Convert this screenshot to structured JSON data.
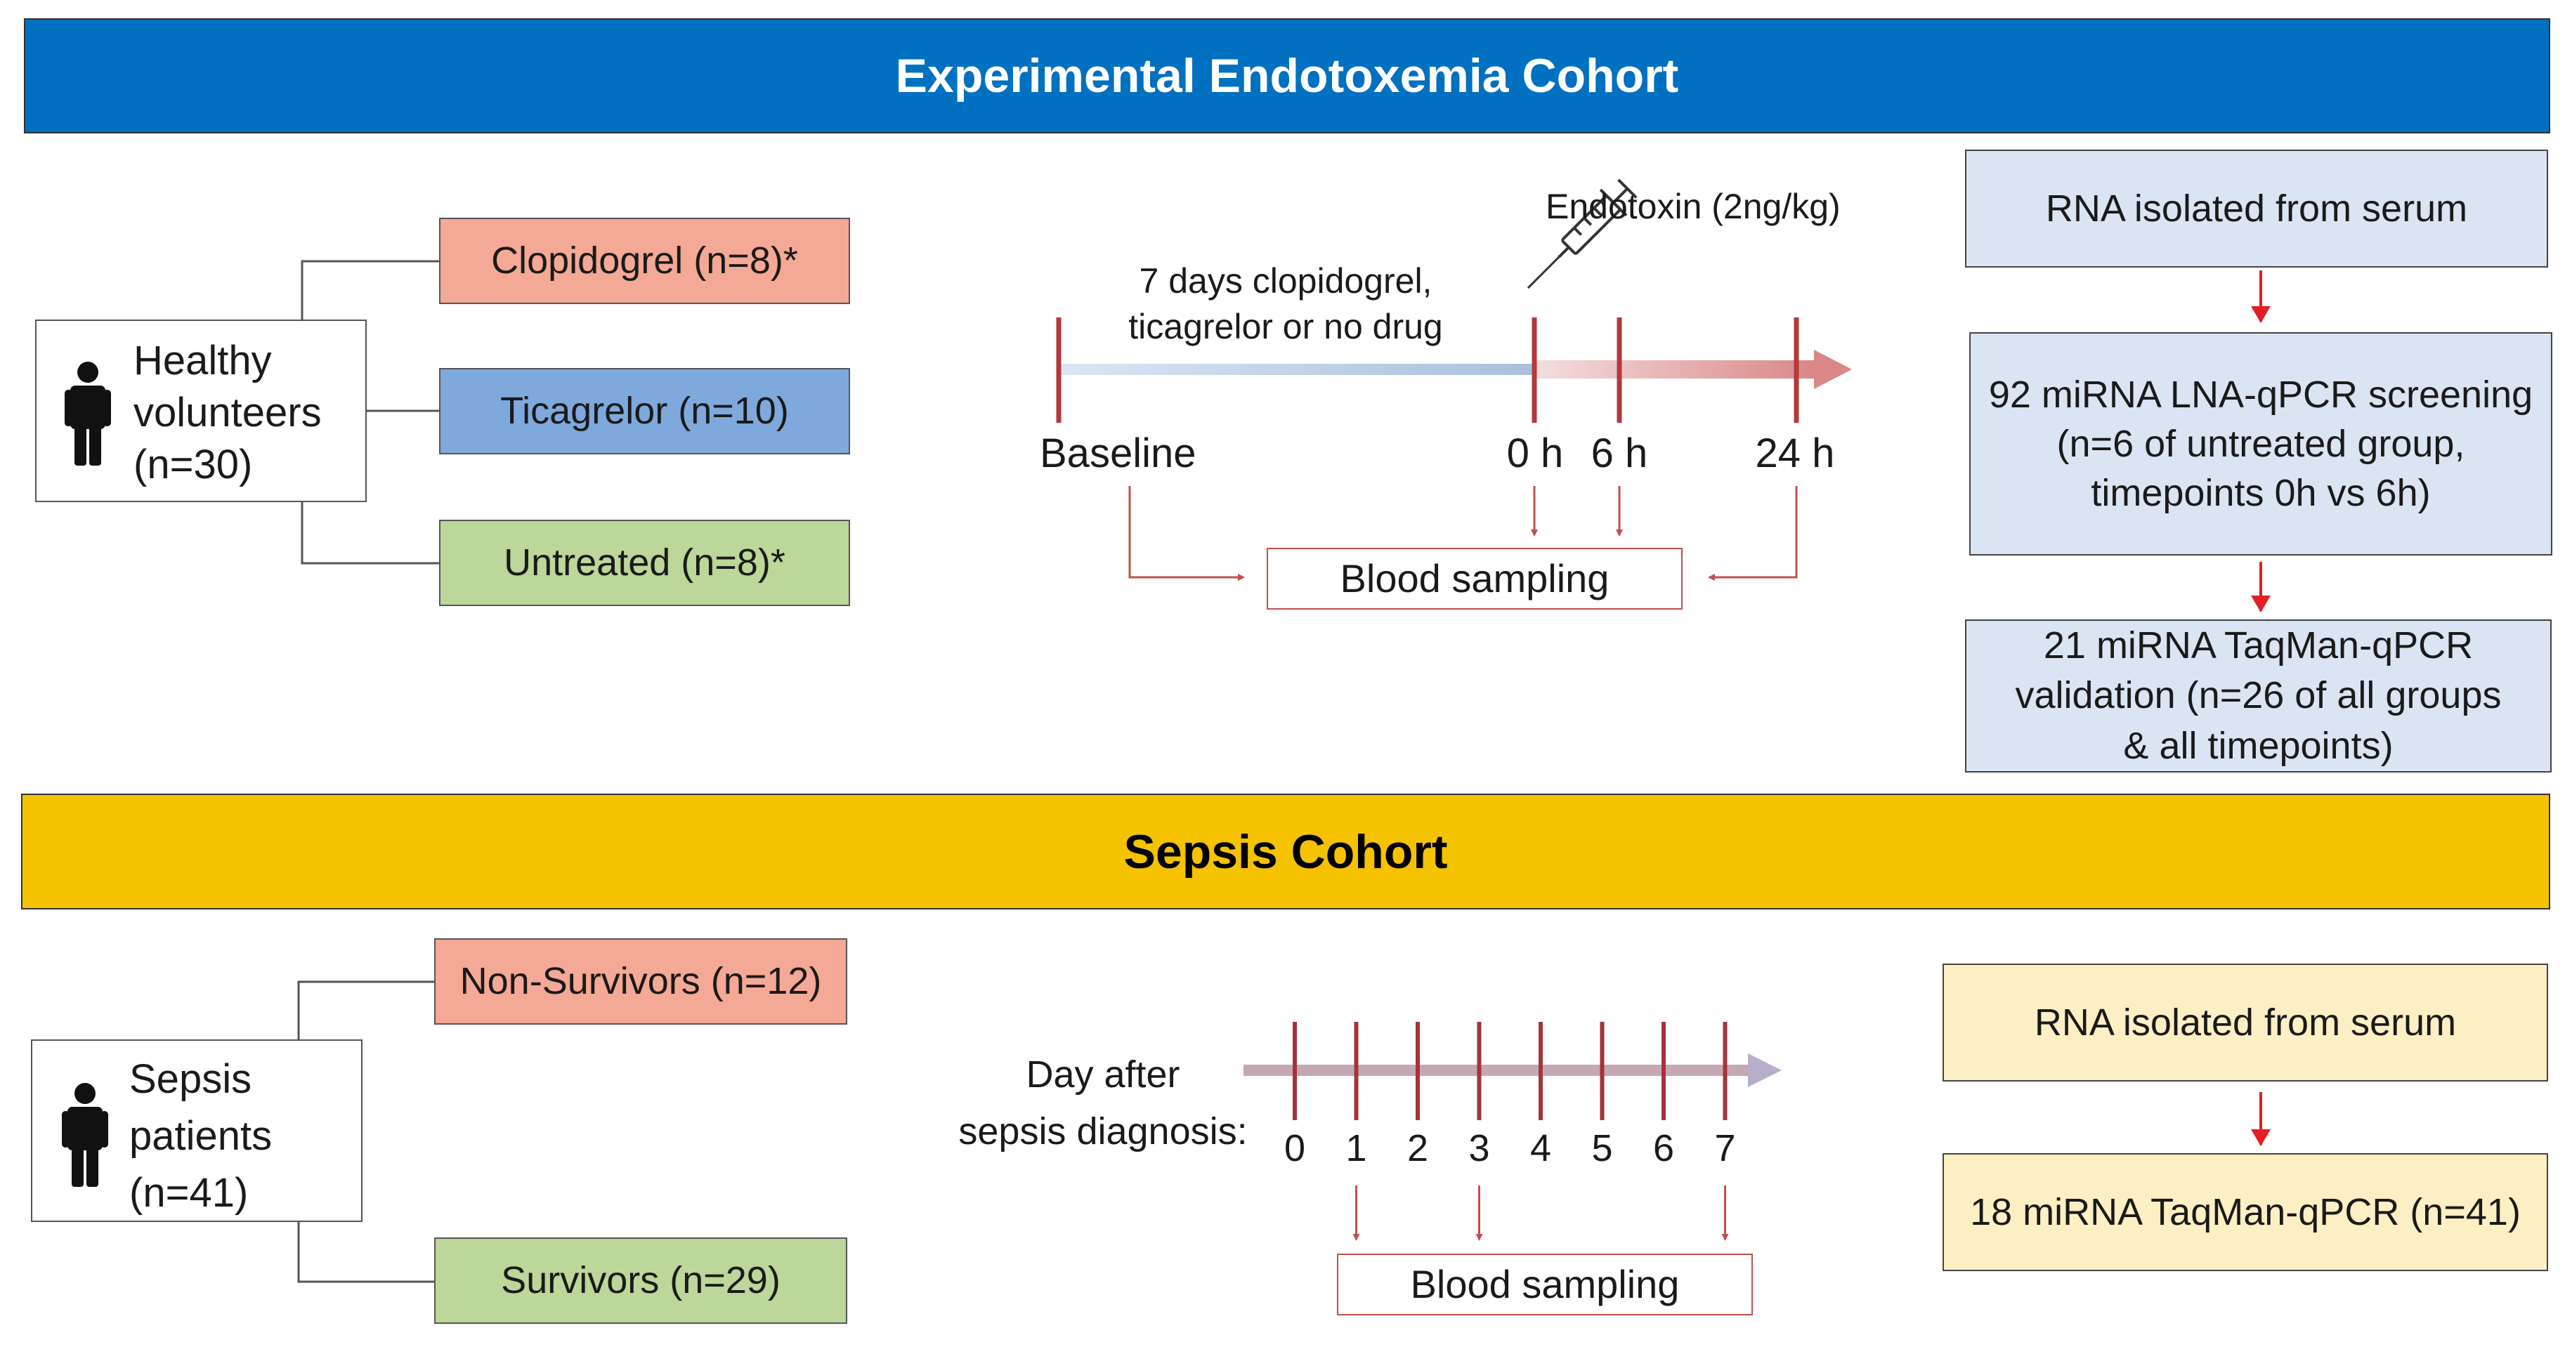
{
  "colors": {
    "endotoxemia_banner": "#0070c0",
    "sepsis_banner": "#f5c200",
    "clopidogrel": "#f4a896",
    "ticagrelor": "#7fa9dd",
    "untreated": "#bdd699",
    "lab_blue": "#dbe4f2",
    "lab_yellow": "#fdefc4",
    "arrow_red": "#e31e24",
    "timeline_dark_red": "#b4383c"
  },
  "endotoxemia": {
    "title": "Experimental Endotoxemia Cohort",
    "cohort": {
      "line1": "Healthy",
      "line2": "volunteers",
      "line3": "(n=30)",
      "icon": "person-icon"
    },
    "groups": [
      {
        "label": "Clopidogrel (n=8)*"
      },
      {
        "label": "Ticagrelor (n=10)"
      },
      {
        "label": "Untreated (n=8)*"
      }
    ],
    "timeline": {
      "pretreatment_line1": "7 days clopidogrel,",
      "pretreatment_line2": "ticagrelor or no drug",
      "injection_label": "Endotoxin (2ng/kg)",
      "injection_icon": "syringe-icon",
      "timepoints": [
        "Baseline",
        "0 h",
        "6 h",
        "24 h"
      ],
      "sampling": "Blood sampling"
    },
    "lab_steps": [
      {
        "line1": "RNA isolated from serum",
        "line2": "",
        "line3": ""
      },
      {
        "line1": "92 miRNA LNA-qPCR screening",
        "line2": "(n=6 of untreated group,",
        "line3": "timepoints 0h vs 6h)"
      },
      {
        "line1": "21 miRNA TaqMan-qPCR",
        "line2": "validation (n=26 of all groups",
        "line3": "& all timepoints)"
      }
    ]
  },
  "sepsis": {
    "title": "Sepsis Cohort",
    "cohort": {
      "line1": "Sepsis",
      "line2": "patients",
      "line3": "(n=41)",
      "icon": "person-icon"
    },
    "groups": [
      {
        "label": "Non-Survivors (n=12)"
      },
      {
        "label": "Survivors (n=29)"
      }
    ],
    "timeline": {
      "axis_label_line1": "Day after",
      "axis_label_line2": "sepsis diagnosis:",
      "days": [
        "0",
        "1",
        "2",
        "3",
        "4",
        "5",
        "6",
        "7"
      ],
      "sampled_days": [
        "1",
        "3",
        "7"
      ],
      "sampling": "Blood sampling"
    },
    "lab_steps": [
      {
        "line1": "RNA isolated from serum"
      },
      {
        "line1": "18 miRNA TaqMan-qPCR (n=41)"
      }
    ]
  }
}
